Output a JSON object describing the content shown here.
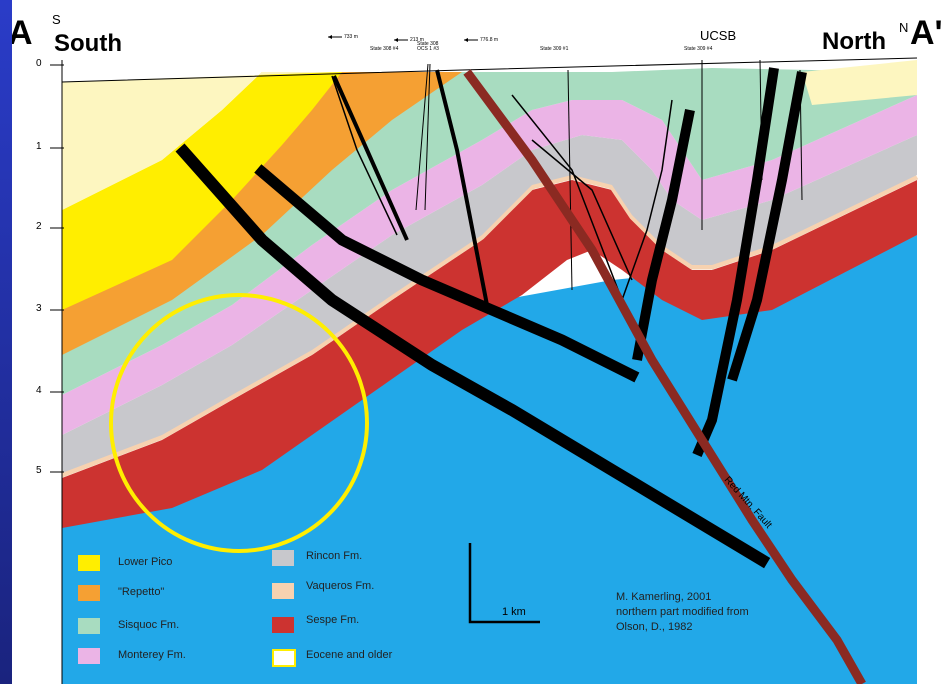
{
  "header": {
    "left_letter": "A",
    "left_compass": "S",
    "left_word": "South",
    "right_word": "North",
    "right_compass": "N",
    "right_letter": "A'",
    "landmark": "UCSB"
  },
  "wells": [
    "State 308 #4",
    "State 308 OCS 1 #3",
    "State 309 #1",
    "State 309 #4"
  ],
  "distance_markers": [
    "733 m",
    "213 m",
    "776.8 m"
  ],
  "depth_labels": [
    "0",
    "1",
    "2",
    "3",
    "4",
    "5"
  ],
  "fault_label": "Red Mtn. Fault",
  "scale_bar": {
    "label": "1 km"
  },
  "legend": [
    {
      "label": "Lower Pico",
      "color": "#ffee00"
    },
    {
      "label": "\"Repetto\"",
      "color": "#f5a033"
    },
    {
      "label": "Sisquoc  Fm.",
      "color": "#a8dcc0"
    },
    {
      "label": "Monterey Fm.",
      "color": "#ebb4e6"
    },
    {
      "label": "Rincon Fm.",
      "color": "#c8c8cc"
    },
    {
      "label": "Vaqueros Fm.",
      "color": "#f7d2b0"
    },
    {
      "label": "Sespe Fm.",
      "color": "#cc3330"
    },
    {
      "label": "Eocene and older",
      "color": "#22a8e8"
    }
  ],
  "credits": [
    "M. Kamerling,  2001",
    "northern part modified from",
    "Olson, D., 1982"
  ],
  "colors": {
    "background_frame": "#1e2a9c",
    "top_fill": "#fdf6c0",
    "fault_dark": "#000000",
    "fault_red": "#8b2a22",
    "highlight_circle": "#ffee00"
  }
}
